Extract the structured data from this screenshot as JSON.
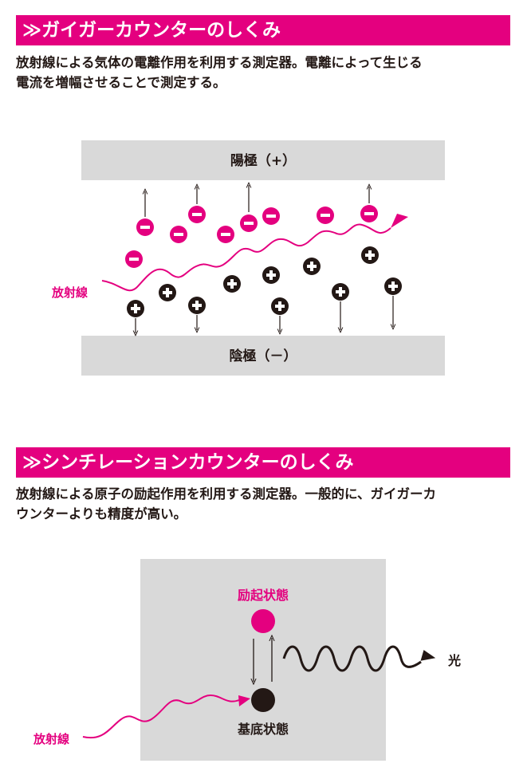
{
  "geiger": {
    "title": "≫ガイガーカウンターのしくみ",
    "description_line1": "放射線による気体の電離作用を利用する測定器。電離によって生じる",
    "description_line2": "電流を増幅させることで測定する。",
    "anode_label": "陽極（+）",
    "cathode_label": "陰極（－）",
    "radiation_label": "放射線"
  },
  "scintillation": {
    "title": "≫シンチレーションカウンターのしくみ",
    "description_line1": "放射線による原子の励起作用を利用する測定器。一般的に、ガイガーカ",
    "description_line2": "ウンターよりも精度が高い。",
    "excited_label": "励起状態",
    "ground_label": "基底状態",
    "light_label": "光",
    "radiation_label": "放射線"
  },
  "colors": {
    "accent": "#e4007f",
    "electrode": "#d9d9d9",
    "ink": "#231815"
  }
}
